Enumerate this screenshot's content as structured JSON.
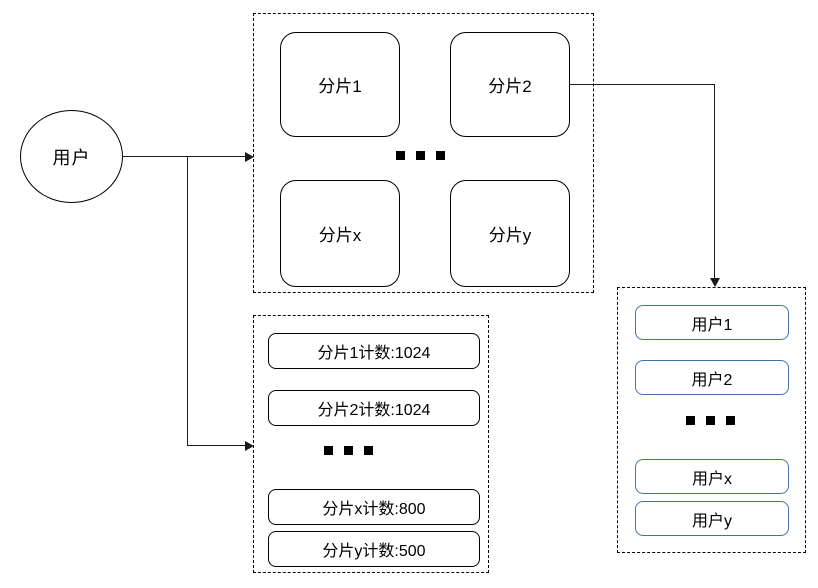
{
  "diagram": {
    "actor": {
      "label": "用户"
    },
    "shard_group": {
      "name": "shard-group",
      "cards": [
        {
          "label": "分片1"
        },
        {
          "label": "分片2"
        },
        {
          "label": "分片x"
        },
        {
          "label": "分片y"
        }
      ],
      "ellipsis": "..."
    },
    "counter_group": {
      "name": "counter-group",
      "pills": [
        {
          "label": "分片1计数:1024"
        },
        {
          "label": "分片2计数:1024"
        },
        {
          "label": "分片x计数:800"
        },
        {
          "label": "分片y计数:500"
        }
      ],
      "ellipsis": "..."
    },
    "user_group": {
      "name": "user-group",
      "pills": [
        {
          "label": "用户1"
        },
        {
          "label": "用户2"
        },
        {
          "label": "用户x"
        },
        {
          "label": "用户y"
        }
      ],
      "ellipsis": "..."
    },
    "connectors": [
      {
        "name": "actor-to-shards",
        "from": "用户",
        "to": "分片组"
      },
      {
        "name": "actor-to-counters",
        "from": "用户",
        "to": "计数组"
      },
      {
        "name": "shard2-to-users",
        "from": "分片2",
        "to": "用户组"
      }
    ],
    "colors": {
      "stroke": "#000000",
      "user_pill_border": "#4472a8",
      "background": "#ffffff",
      "connector": "#1a1a1a"
    }
  }
}
